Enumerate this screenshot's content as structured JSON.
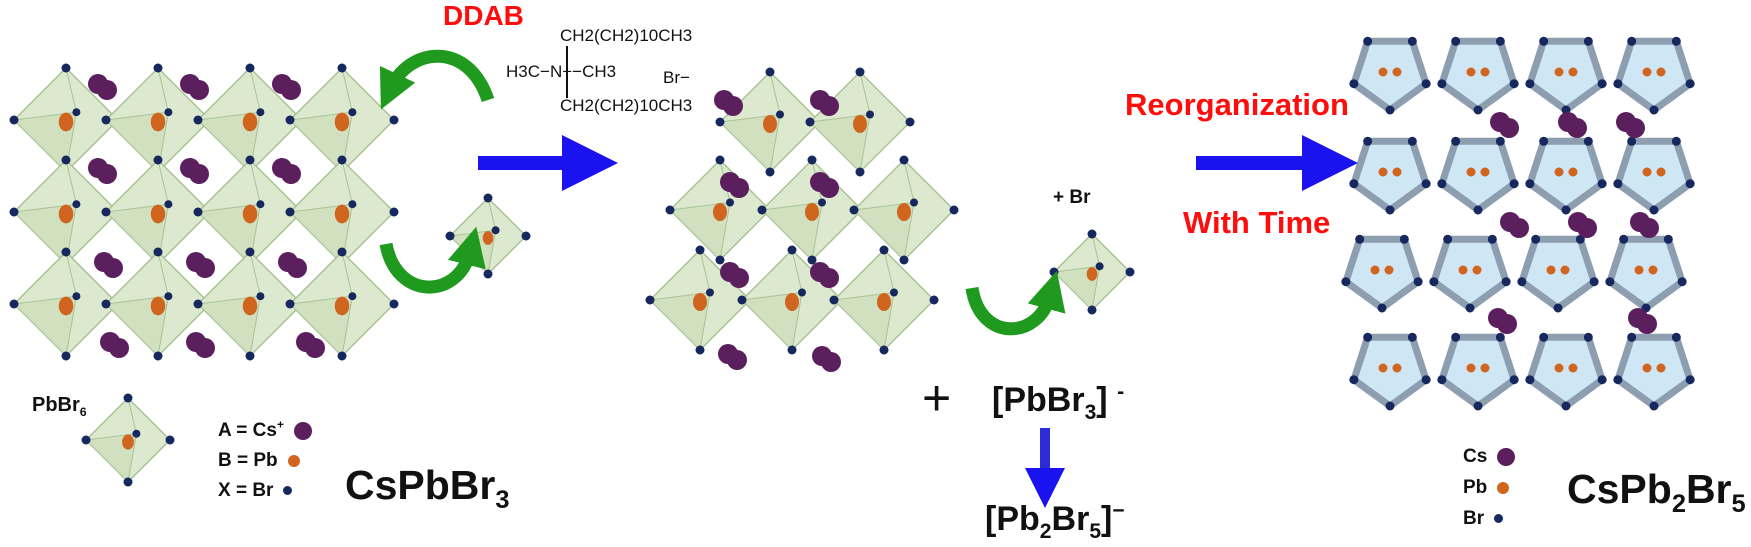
{
  "diagram": {
    "reagent": {
      "name": "DDAB",
      "top_chain": "CH2(CH2)10CH3",
      "bottom_chain": "CH2(CH2)10CH3",
      "left_group": "H3C",
      "center": "N+",
      "right_group": "CH3",
      "counter_ion": "Br−"
    },
    "step2_label": {
      "line1": "Reorganization",
      "line2": "With Time"
    },
    "byproduct": {
      "plus_br": "+ Br",
      "plus": "+",
      "ion": {
        "base": "[PbBr",
        "sub": "3",
        "close": "]",
        "charge": "-"
      },
      "product": {
        "p1": "[Pb",
        "s1": "2",
        "p2": "Br",
        "s2": "5",
        "close": "]",
        "charge": "−"
      }
    },
    "start": {
      "formula": {
        "p1": "CsPbBr",
        "s1": "3"
      },
      "unit_label": {
        "base": "PbBr",
        "sub": "6"
      },
      "legend": [
        {
          "text": "A = Cs",
          "sup": "+",
          "color": "#5b1f5e"
        },
        {
          "text": "B = Pb",
          "sup": "",
          "color": "#d0651f"
        },
        {
          "text": "X = Br",
          "sup": "",
          "color": "#17285e"
        }
      ]
    },
    "final": {
      "formula": {
        "p1": "CsPb",
        "s1": "2",
        "p2": "Br",
        "s2": "5"
      },
      "legend": [
        {
          "text": "Cs",
          "color": "#5b1f5e"
        },
        {
          "text": "Pb",
          "color": "#d0651f"
        },
        {
          "text": "Br",
          "color": "#17285e"
        }
      ]
    },
    "colors": {
      "octahedron_fill": "#dce9cf",
      "octahedron_edge": "#a9c296",
      "cs": "#5b1f5e",
      "pb": "#d0651f",
      "br": "#17285e",
      "arrow_blue": "#1a13f0",
      "arrow_green": "#1f9a1f",
      "label_red": "#ff0d0d",
      "poly_fill": "#cfe6f5",
      "poly_edge": "#8c9eb0"
    }
  }
}
